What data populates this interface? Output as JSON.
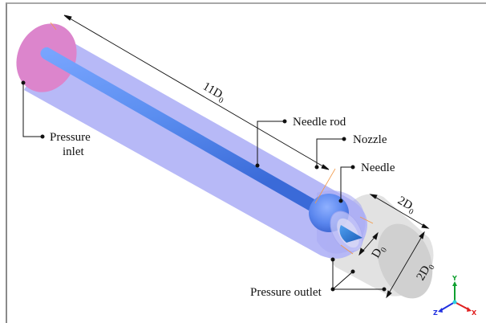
{
  "labels": {
    "pressure_inlet_line1": "Pressure",
    "pressure_inlet_line2": "inlet",
    "needle_rod": "Needle rod",
    "nozzle": "Nozzle",
    "needle": "Needle",
    "pressure_outlet": "Pressure outlet"
  },
  "dimensions": {
    "length": {
      "prefix": "11D",
      "sub": "0"
    },
    "outlet_length": {
      "prefix": "2D",
      "sub": "0"
    },
    "nozzle_diameter": {
      "prefix": "D",
      "sub": "0"
    },
    "outlet_diameter": {
      "prefix": "2D",
      "sub": "0"
    }
  },
  "axes": {
    "y": "Y",
    "x": "X",
    "z": "Z"
  },
  "colors": {
    "inlet": "#dc85cc",
    "domain": "#b3b5f7",
    "rod": "#5b8ef0",
    "outlet": "#dedede",
    "axis_x": "#e02020",
    "axis_y": "#10a030",
    "axis_z": "#2030e0"
  }
}
